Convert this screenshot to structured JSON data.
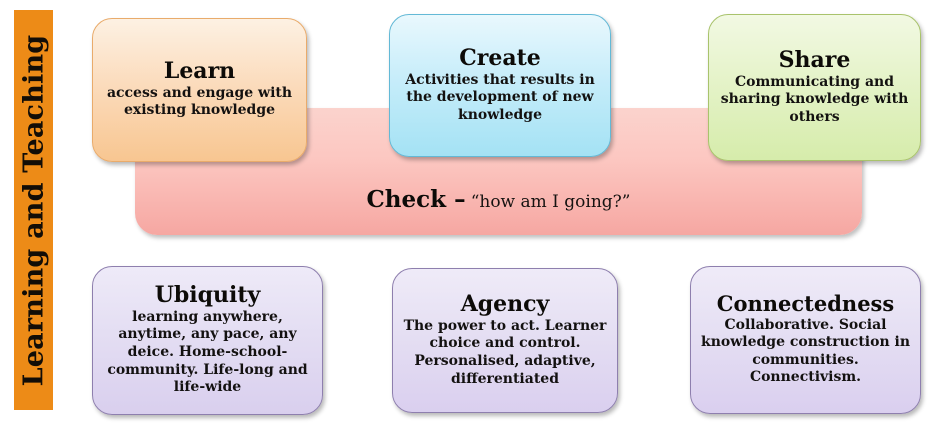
{
  "banner": {
    "label": "Learning and Teaching",
    "color": "#ED8B17"
  },
  "top_row": [
    {
      "name": "learn",
      "title": "Learn",
      "description": "access and engage with existing knowledge",
      "color": "#f8c691"
    },
    {
      "name": "create",
      "title": "Create",
      "description": "Activities that results in the development of new knowledge",
      "color": "#a4e2f4"
    },
    {
      "name": "share",
      "title": "Share",
      "description": "Communicating and sharing knowledge with others",
      "color": "#d6ecab"
    }
  ],
  "check_band": {
    "title": "Check –",
    "quote": "“how am I going?”",
    "color": "#f6a7a2"
  },
  "bottom_row": [
    {
      "name": "ubiquity",
      "title": "Ubiquity",
      "description": "learning anywhere, anytime, any pace, any deice. Home-school-community. Life-long and life-wide",
      "color": "#d9cfee"
    },
    {
      "name": "agency",
      "title": "Agency",
      "description": "The power to act. Learner choice and control. Personalised, adaptive, differentiated",
      "color": "#dacfef"
    },
    {
      "name": "connectedness",
      "title": "Connectedness",
      "description": "Collaborative. Social knowledge construction in communities. Connectivism.",
      "color": "#dacfef"
    }
  ]
}
